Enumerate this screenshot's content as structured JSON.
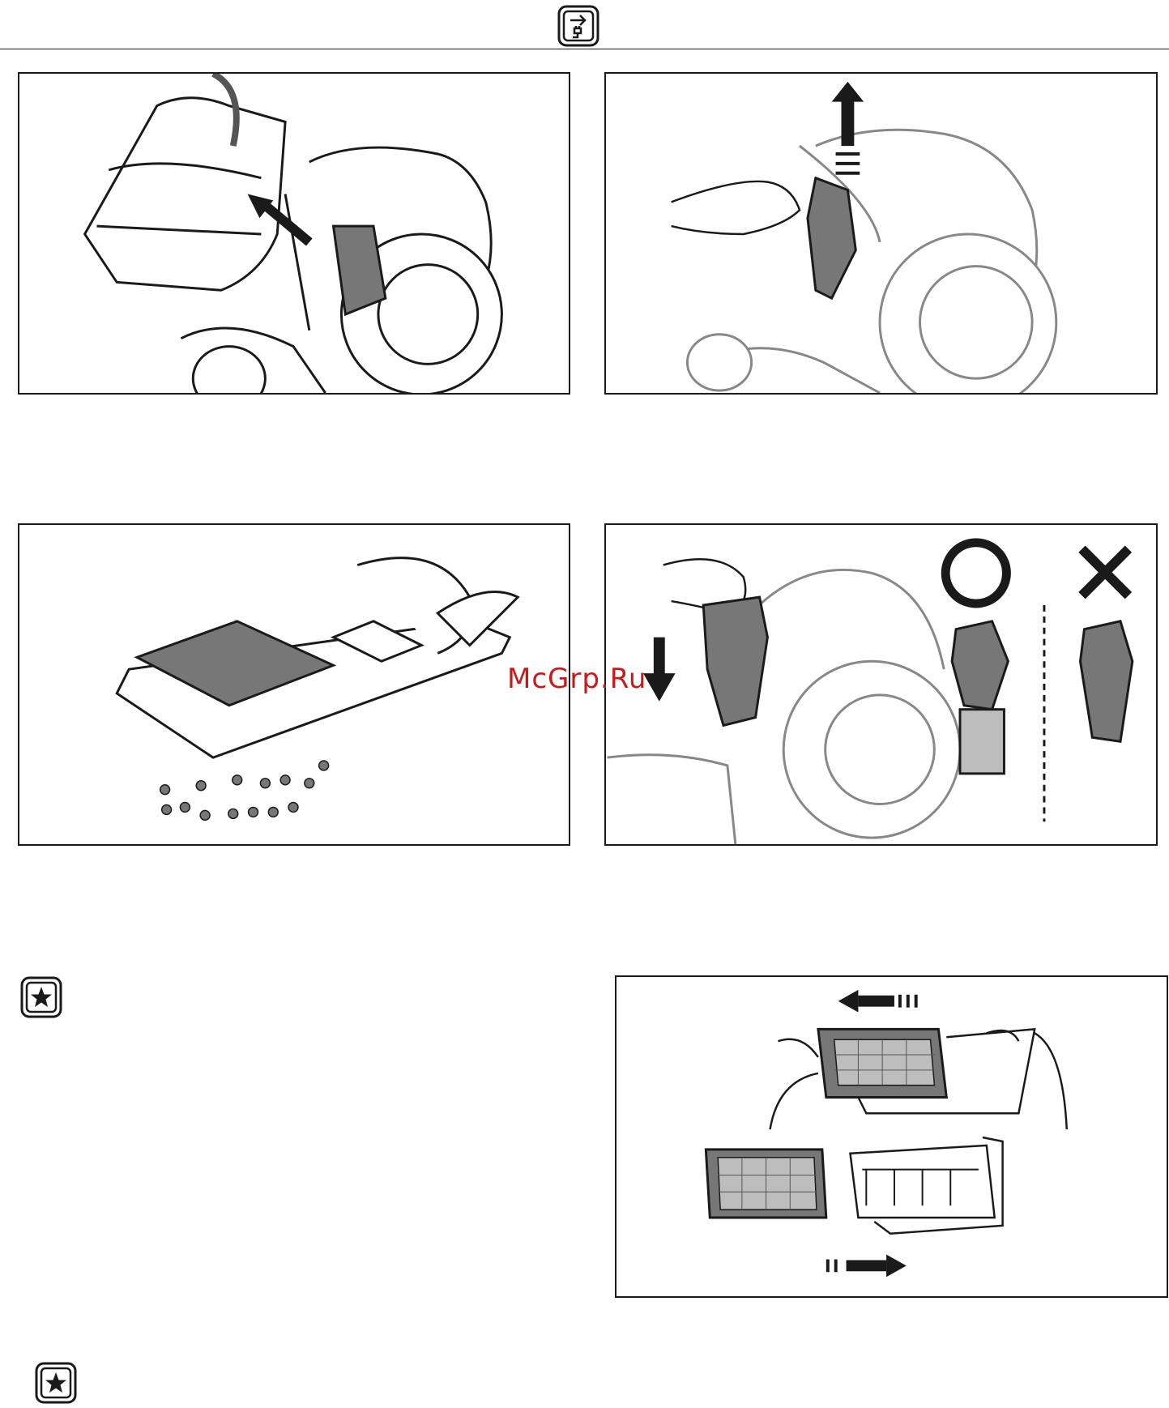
{
  "page": {
    "header_icon": "unplug-power-icon",
    "watermark": "McGrp.Ru",
    "note_icon": "star-note-icon"
  },
  "figures": [
    {
      "name": "remove-dust-container",
      "icon": "arrow-up-left-icon"
    },
    {
      "name": "lift-filter-out",
      "icon": "arrow-up-icon"
    },
    {
      "name": "empty-filter-tray",
      "icon": "dust-particles-icon"
    },
    {
      "name": "reinsert-filter",
      "icon": "arrow-down-icon",
      "correct_mark": "O",
      "wrong_mark": "✕"
    },
    {
      "name": "remove-exhaust-filter",
      "icon": "arrow-left-right-icon"
    }
  ],
  "colors": {
    "line": "#1a1a1a",
    "grey": "#777777",
    "light_grey": "#bdbdbd",
    "watermark": "#c81a1a"
  }
}
